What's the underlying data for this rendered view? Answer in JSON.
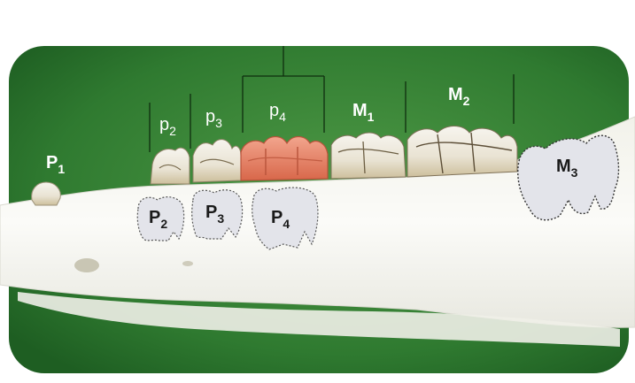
{
  "labels": {
    "p1_upper": {
      "main": "P",
      "sub": "1"
    },
    "p2_lower": {
      "main": "p",
      "sub": "2"
    },
    "p3_lower": {
      "main": "p",
      "sub": "3"
    },
    "p4_lower": {
      "main": "p",
      "sub": "4"
    },
    "m1": {
      "main": "M",
      "sub": "1"
    },
    "m2": {
      "main": "M",
      "sub": "2"
    },
    "m3": {
      "main": "M",
      "sub": "3"
    },
    "perm_p2": {
      "main": "P",
      "sub": "2"
    },
    "perm_p3": {
      "main": "P",
      "sub": "3"
    },
    "perm_p4": {
      "main": "P",
      "sub": "4"
    }
  },
  "colors": {
    "background_green": "#3f8a3a",
    "bone": "#f4f4ef",
    "tooth_highlight": "#e8896e",
    "unerupted_fill": "#e3e4ea"
  }
}
